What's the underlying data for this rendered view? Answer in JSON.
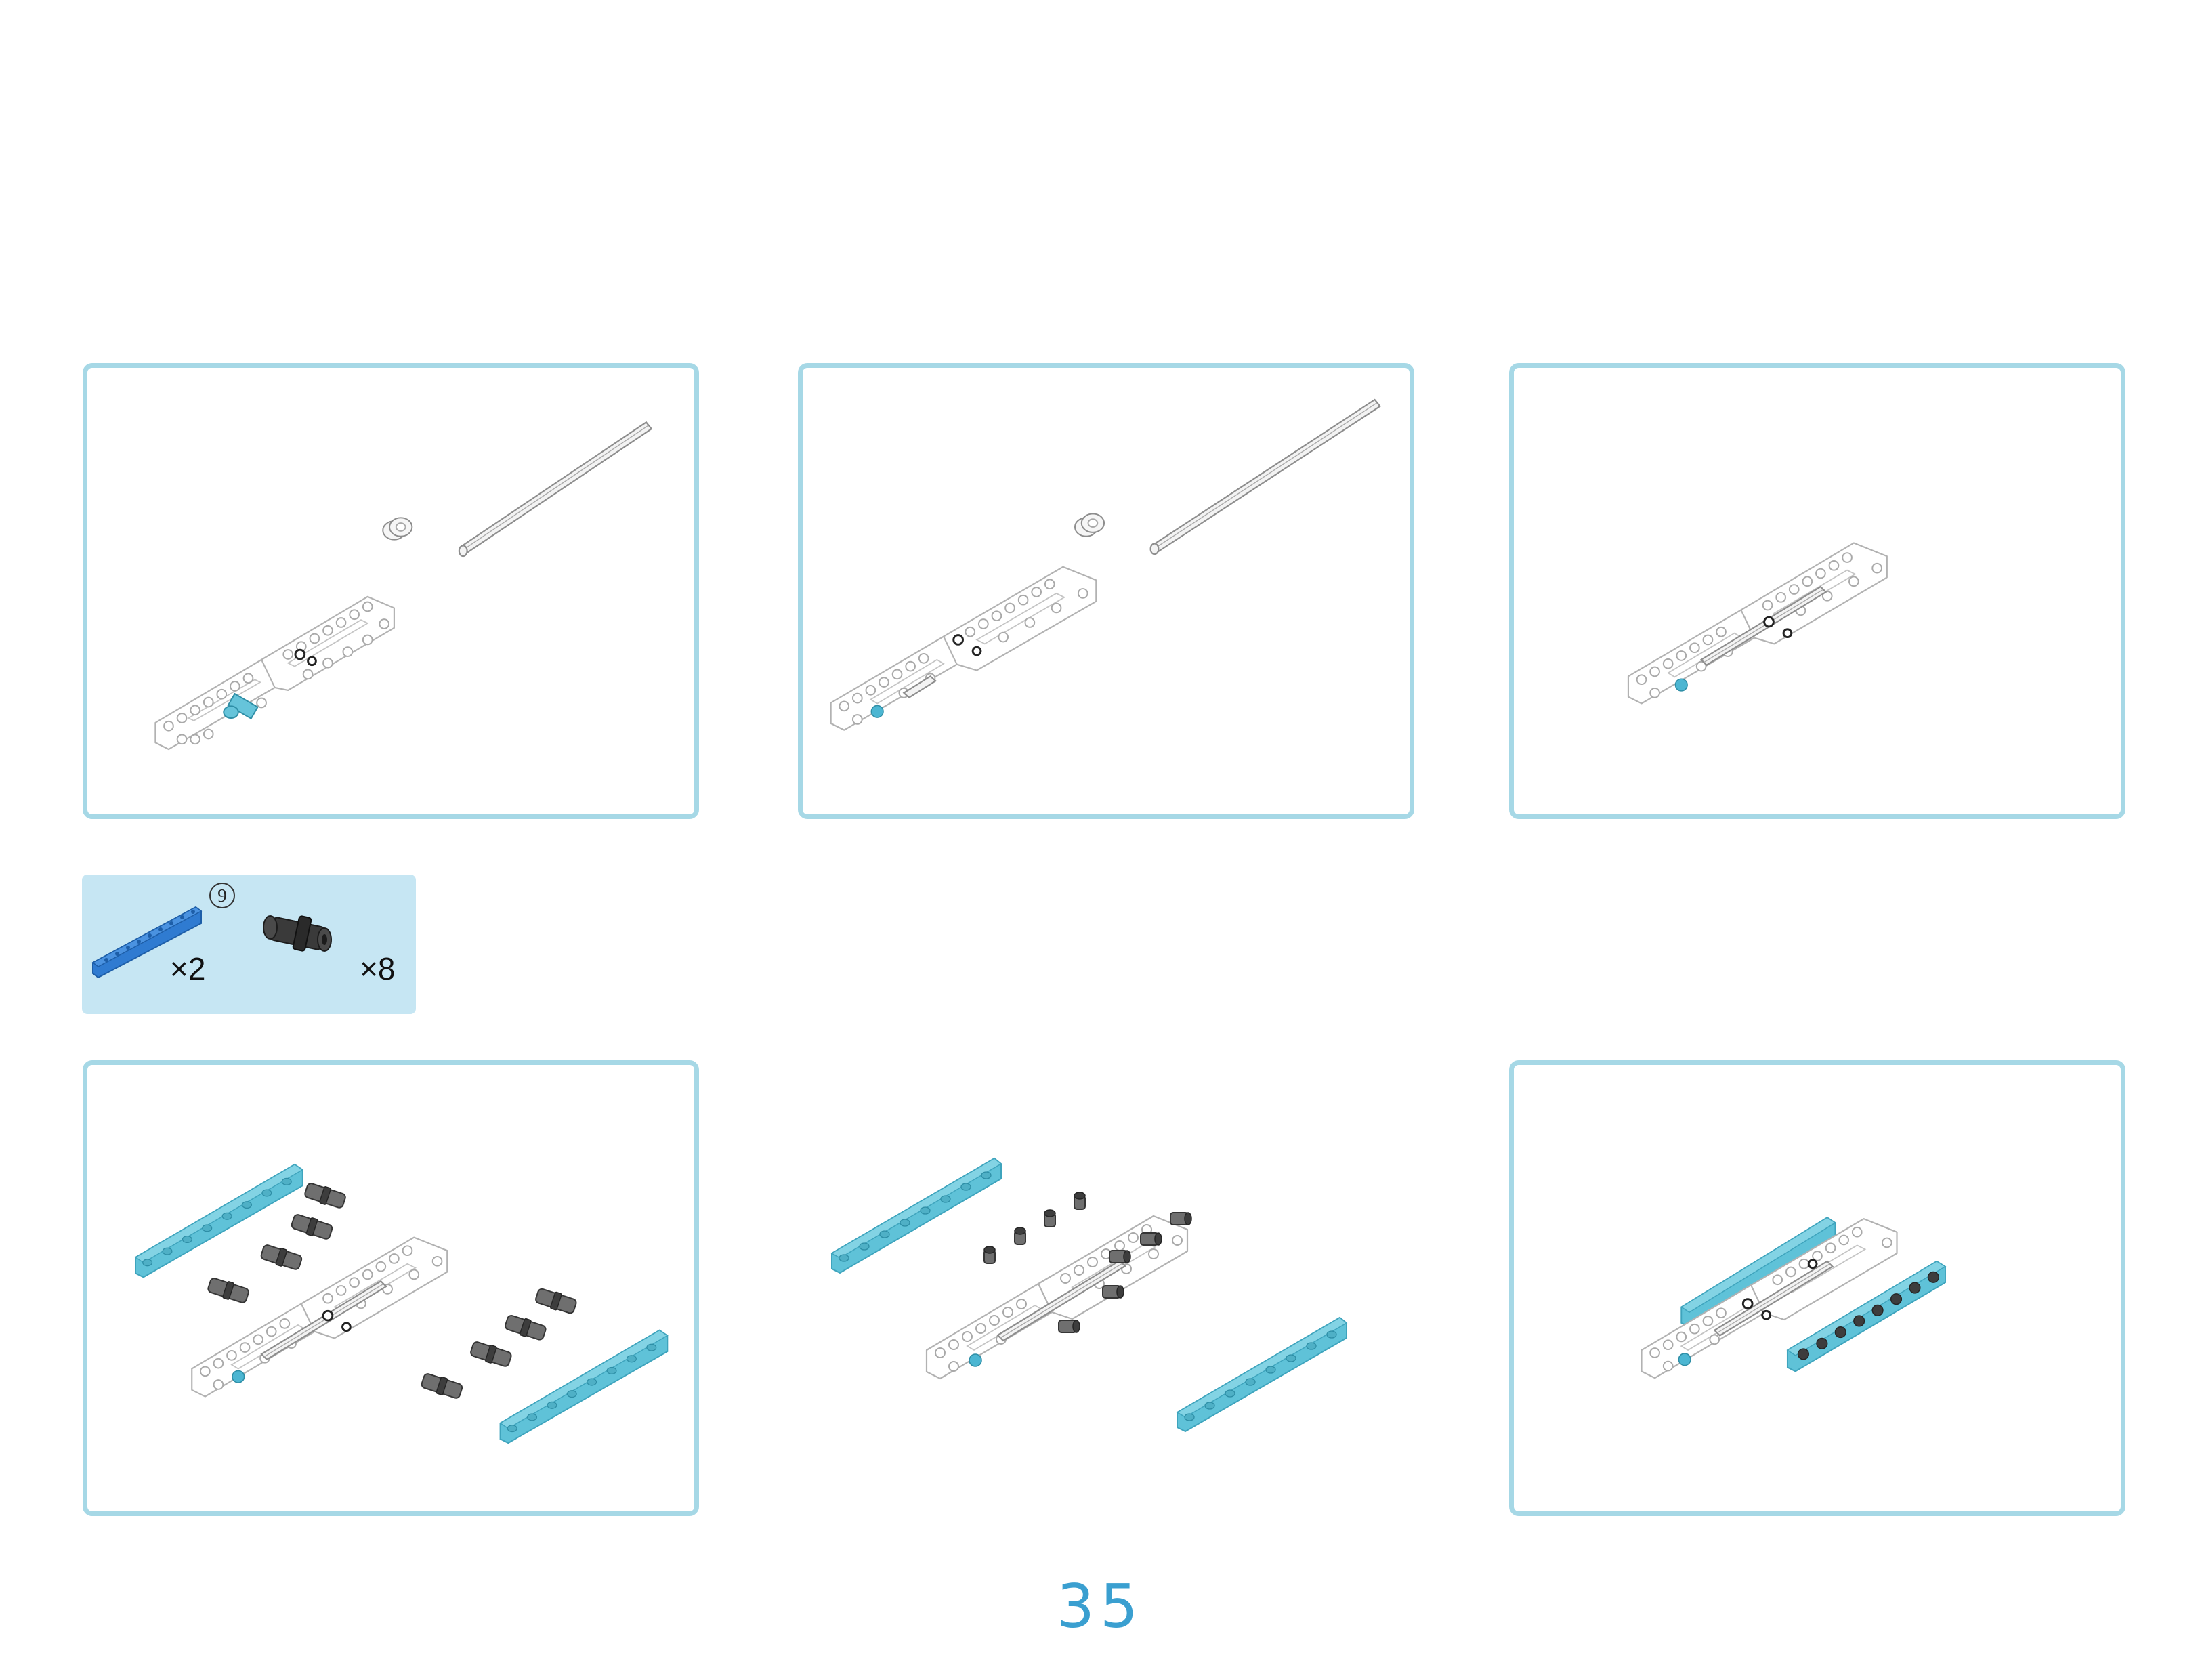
{
  "colors": {
    "panel_border": "#a6d8e6",
    "parts_box_background": "#c6e6f3",
    "page_number": "#3a9fd0",
    "highlight_part": "#5fc2d8",
    "pin_part": "#3d3d3d"
  },
  "parts_list": {
    "beam": {
      "icon": "blue-beam-icon",
      "size_label": "9",
      "quantity": "×2"
    },
    "pin": {
      "icon": "black-pin-icon",
      "quantity": "×8"
    }
  },
  "steps": [
    {
      "panel": "step-1",
      "contents": [
        "two-frames",
        "bushing",
        "axle",
        "blue-pin"
      ]
    },
    {
      "panel": "step-2",
      "contents": [
        "two-frames",
        "bushing",
        "axle",
        "blue-pin"
      ]
    },
    {
      "panel": "step-3",
      "contents": [
        "assembled-frames",
        "axle"
      ]
    },
    {
      "panel": "step-4",
      "contents": [
        "assembled-frames",
        "blue-beams",
        "black-pins"
      ]
    },
    {
      "panel": "step-5",
      "contents": [
        "assembled-frames",
        "blue-beams",
        "black-pins"
      ]
    },
    {
      "panel": "step-6",
      "contents": [
        "assembled-frames",
        "blue-beams"
      ]
    }
  ],
  "page_number": "35"
}
